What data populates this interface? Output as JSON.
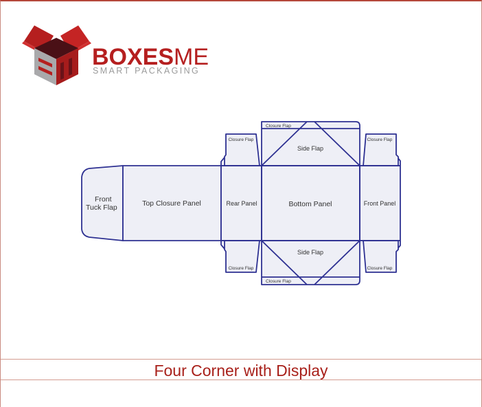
{
  "logo": {
    "brand_bold": "BOXES",
    "brand_light": "ME",
    "tagline": "SMART PACKAGING",
    "icon": "open-box-logo-icon",
    "colors": {
      "red": "#b51f1f",
      "dark": "#4a1016",
      "gray": "#9a9a9a"
    }
  },
  "diagram": {
    "stroke_color": "#2e3192",
    "fill_color": "#eeeff6",
    "panels": {
      "front_tuck_flap_line1": "Front",
      "front_tuck_flap_line2": "Tuck Flap",
      "top_closure_panel": "Top Closure Panel",
      "rear_panel": "Rear Panel",
      "bottom_panel": "Bottom Panel",
      "front_panel": "Front Panel",
      "side_flap_top": "Side Flap",
      "side_flap_bottom": "Side Flap",
      "closure_flap_top_center": "Closure Flap",
      "closure_flap_bottom_center": "Closure Flap",
      "closure_flap_top_left": "Closure Flap",
      "closure_flap_top_right": "Closure Flap",
      "closure_flap_bottom_left": "Closure Flap",
      "closure_flap_bottom_right": "Closure Flap"
    }
  },
  "caption": {
    "title": "Four Corner with Display",
    "color": "#a8201a"
  }
}
